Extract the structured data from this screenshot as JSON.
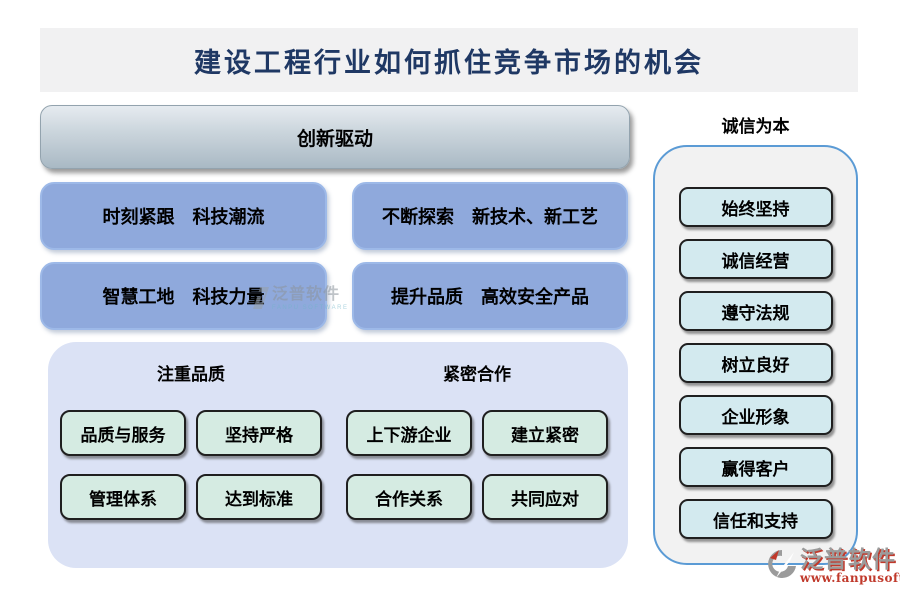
{
  "title": "建设工程行业如何抓住竞争市场的机会",
  "innovation_bar": {
    "label": "创新驱动"
  },
  "strategy_buttons": [
    {
      "label": "时刻紧跟　科技潮流"
    },
    {
      "label": "不断探索　新技术、新工艺"
    },
    {
      "label": "智慧工地　科技力量"
    },
    {
      "label": "提升品质　高效安全产品"
    }
  ],
  "quality_panel": {
    "groups": [
      {
        "heading": "注重品质",
        "buttons": [
          "品质与服务",
          "坚持严格",
          "管理体系",
          "达到标准"
        ]
      },
      {
        "heading": "紧密合作",
        "buttons": [
          "上下游企业",
          "建立紧密",
          "合作关系",
          "共同应对"
        ]
      }
    ]
  },
  "integrity_column": {
    "heading": "诚信为本",
    "buttons": [
      "始终坚持",
      "诚信经营",
      "遵守法规",
      "树立良好",
      "企业形象",
      "赢得客户",
      "信任和支持"
    ]
  },
  "watermark": {
    "name": "泛普软件",
    "subtitle": "FANPU SOFTWARE"
  },
  "brand": {
    "logo_text": "泛普软件",
    "url": "www.fanpusoft.com"
  },
  "colors": {
    "title_text": "#1f3864",
    "title_bg": "#f1f1f2",
    "blue_button": "#8fa9dc",
    "lavender_panel": "#dbe2f5",
    "mint_button": "#d5ebe2",
    "cyan_button": "#d3eaef",
    "integrity_panel_border": "#5b9bd5",
    "brand_red": "#c0392b"
  }
}
